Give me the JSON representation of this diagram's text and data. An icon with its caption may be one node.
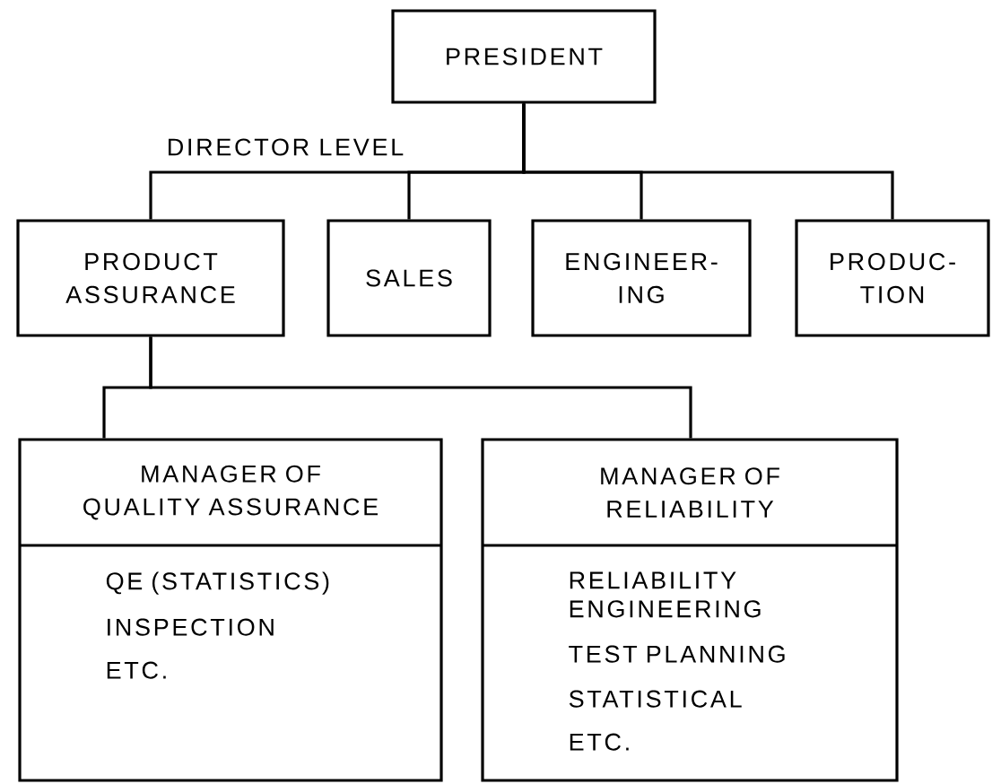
{
  "diagram": {
    "nodes": [
      {
        "text": [
          "PRESIDENT"
        ]
      },
      {
        "text": [
          "PRODUCT ASSURANCE"
        ]
      },
      {
        "text": [
          "SALES"
        ]
      },
      {
        "text": [
          "ENGINEER- ING"
        ]
      },
      {
        "text": [
          "PRODUC- TION"
        ]
      },
      {
        "text": [
          "MANAGER OF QUALITY ASSURANCE",
          "QE (STATISTICS)",
          "INSPECTION",
          "ETC."
        ]
      },
      {
        "text": [
          "MANAGER OF RELIABILITY",
          "RELIABILITY ENGINEERING",
          "TEST PLANNING",
          "STATISTICAL",
          "ETC."
        ]
      }
    ],
    "edges": [
      {
        "from": 0,
        "to": 1,
        "arrow": "none"
      },
      {
        "from": 0,
        "to": 2,
        "arrow": "none"
      },
      {
        "from": 0,
        "to": 3,
        "arrow": "none"
      },
      {
        "from": 0,
        "to": 4,
        "arrow": "none"
      },
      {
        "from": 1,
        "to": 5,
        "arrow": "none"
      },
      {
        "from": 1,
        "to": 6,
        "arrow": "none"
      }
    ],
    "labels": [
      "DIRECTOR LEVEL"
    ]
  }
}
